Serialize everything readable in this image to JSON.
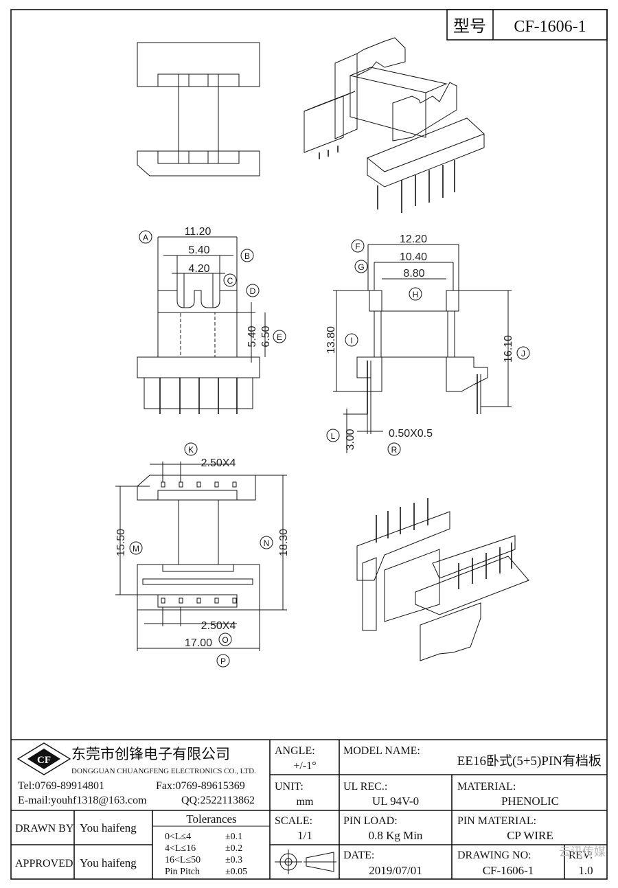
{
  "header": {
    "model_label": "型号",
    "model_value": "CF-1606-1"
  },
  "dimensions": {
    "A": "11.20",
    "B": "5.40",
    "C": "4.20",
    "D": "5.40",
    "E": "6.50",
    "F": "12.20",
    "G": "10.40",
    "H": "8.80",
    "I": "13.80",
    "J": "16.10",
    "K": "2.50X4",
    "L": "3.00",
    "R": "0.50X0.5",
    "M": "15.50",
    "N": "18.30",
    "O": "2.50X4",
    "P": "17.00"
  },
  "markers": [
    "A",
    "B",
    "C",
    "D",
    "E",
    "F",
    "G",
    "H",
    "I",
    "J",
    "K",
    "L",
    "R",
    "M",
    "N",
    "O",
    "P"
  ],
  "company": {
    "logo_text": "CF",
    "name_cn": "东莞市创锋电子有限公司",
    "name_en": "DONGGUAN CHUANGFENG ELECTRONICS CO., LTD.",
    "tel": "Tel:0769-89914801",
    "fax": "Fax:0769-89615369",
    "email": "E-mail:youhf1318@163.com",
    "qq": "QQ:2522113862"
  },
  "title_block": {
    "angle_label": "ANGLE:",
    "angle_value": "+/-1°",
    "model_name_label": "MODEL NAME:",
    "model_name_value": "EE16卧式(5+5)PIN有档板",
    "unit_label": "UNIT:",
    "unit_value": "mm",
    "ul_label": "UL REC.:",
    "ul_value": "UL 94V-0",
    "material_label": "MATERIAL:",
    "material_value": "PHENOLIC",
    "scale_label": "SCALE:",
    "scale_value": "1/1",
    "pin_load_label": "PIN LOAD:",
    "pin_load_value": "0.8 Kg Min",
    "pin_material_label": "PIN MATERIAL:",
    "pin_material_value": "CP WIRE",
    "date_label": "DATE:",
    "date_value": "2019/07/01",
    "drawing_no_label": "DRAWING NO:",
    "drawing_no_value": "CF-1606-1",
    "rev_label": "REV:",
    "rev_value": "1.0",
    "drawn_by_label": "DRAWN BY",
    "drawn_by_value": "You haifeng",
    "approved_label": "APPROVED",
    "approved_value": "You haifeng",
    "tolerances_title": "Tolerances",
    "tolerances": [
      {
        "range": "0<L≤4",
        "tol": "±0.1"
      },
      {
        "range": "4<L≤16",
        "tol": "±0.2"
      },
      {
        "range": "16<L≤50",
        "tol": "±0.3"
      },
      {
        "range": "Pin Pitch",
        "tol": "±0.05"
      }
    ]
  },
  "watermark": "云讯传媒"
}
